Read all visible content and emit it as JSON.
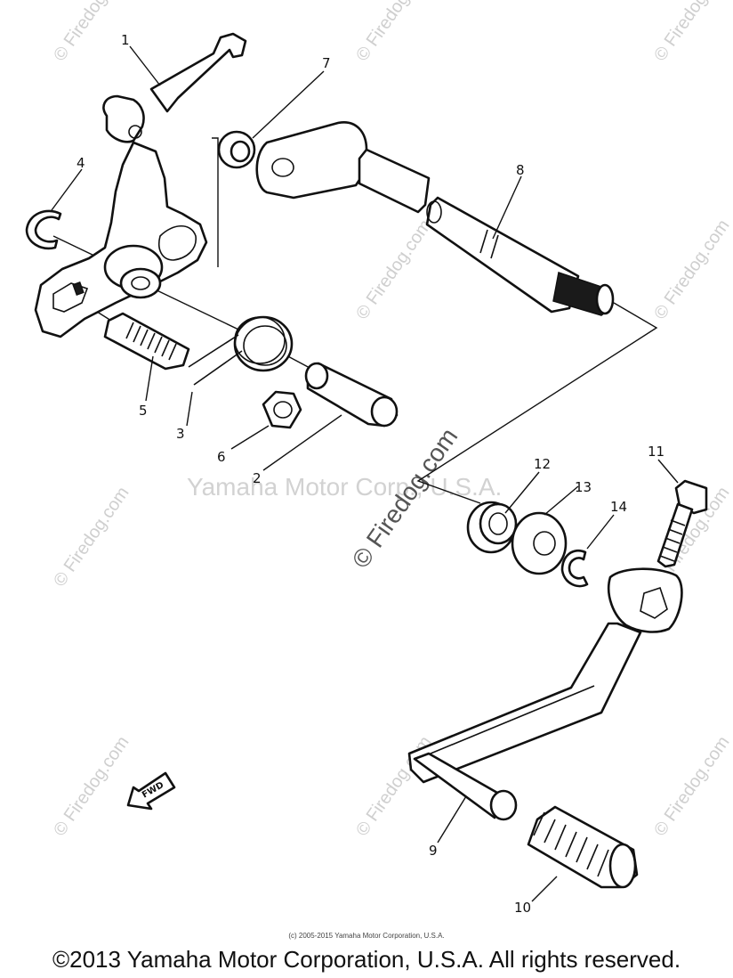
{
  "diagram": {
    "callouts": [
      "1",
      "2",
      "3",
      "4",
      "5",
      "6",
      "7",
      "8",
      "9",
      "10",
      "11",
      "12",
      "13",
      "14"
    ],
    "direction_marker": "FWD"
  },
  "watermarks": {
    "site": "© Firedog.com",
    "center_text": "Yamaha Motor Corp., U.S.A."
  },
  "footer": {
    "small_copyright": "(c) 2005-2015 Yamaha Motor Corporation, U.S.A.",
    "copyright": "©2013 Yamaha Motor Corporation, U.S.A. All rights reserved."
  }
}
